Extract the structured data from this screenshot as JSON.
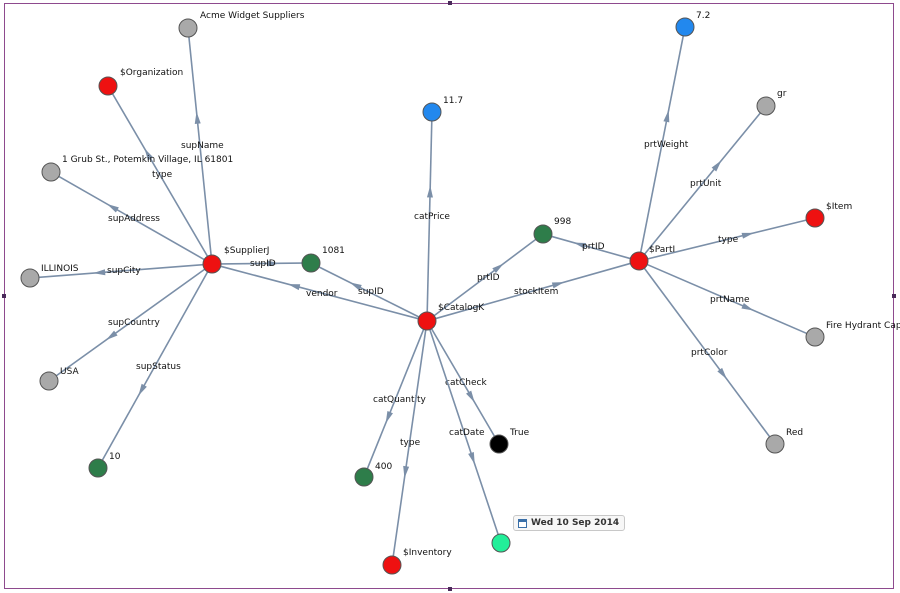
{
  "colors": {
    "edge": "#7b8fa8",
    "border": "#8e4a8e",
    "node_stroke": "#555555"
  },
  "nodes": [
    {
      "id": "catalog",
      "label": "$CatalogK",
      "color": "#ee1111"
    },
    {
      "id": "supplier",
      "label": "$SupplierJ",
      "color": "#ee1111"
    },
    {
      "id": "part",
      "label": "$PartI",
      "color": "#ee1111"
    },
    {
      "id": "organization",
      "label": "$Organization",
      "color": "#ee1111"
    },
    {
      "id": "item",
      "label": "$Item",
      "color": "#ee1111"
    },
    {
      "id": "inventory",
      "label": "$Inventory",
      "color": "#ee1111"
    },
    {
      "id": "acme",
      "label": "Acme Widget Suppliers",
      "color": "#a9a9a9"
    },
    {
      "id": "address",
      "label": "1 Grub St., Potemkin Village, IL 61801",
      "color": "#a9a9a9"
    },
    {
      "id": "illinois",
      "label": "ILLINOIS",
      "color": "#a9a9a9"
    },
    {
      "id": "usa",
      "label": "USA",
      "color": "#a9a9a9"
    },
    {
      "id": "status10",
      "label": "10",
      "color": "#2e7d4a"
    },
    {
      "id": "sup1081",
      "label": "1081",
      "color": "#2e7d4a"
    },
    {
      "id": "prt998",
      "label": "998",
      "color": "#2e7d4a"
    },
    {
      "id": "qty400",
      "label": "400",
      "color": "#2e7d4a"
    },
    {
      "id": "price",
      "label": "11.7",
      "color": "#2288ee"
    },
    {
      "id": "weight",
      "label": "7.2",
      "color": "#2288ee"
    },
    {
      "id": "unit",
      "label": "gr",
      "color": "#a9a9a9"
    },
    {
      "id": "prtname",
      "label": "Fire Hydrant Cap",
      "color": "#a9a9a9"
    },
    {
      "id": "red",
      "label": "Red",
      "color": "#a9a9a9"
    },
    {
      "id": "check",
      "label": "True",
      "color": "#000000"
    },
    {
      "id": "date",
      "label": "",
      "color": "#22ee99"
    }
  ],
  "edges": [
    {
      "from": "supplier",
      "to": "acme",
      "label": "supName"
    },
    {
      "from": "supplier",
      "to": "organization",
      "label": "type"
    },
    {
      "from": "supplier",
      "to": "address",
      "label": "supAddress"
    },
    {
      "from": "supplier",
      "to": "illinois",
      "label": "supCity"
    },
    {
      "from": "supplier",
      "to": "usa",
      "label": "supCountry"
    },
    {
      "from": "supplier",
      "to": "status10",
      "label": "supStatus"
    },
    {
      "from": "supplier",
      "to": "sup1081",
      "label": "supID"
    },
    {
      "from": "catalog",
      "to": "sup1081",
      "label": "supID"
    },
    {
      "from": "catalog",
      "to": "supplier",
      "label": "vendor"
    },
    {
      "from": "catalog",
      "to": "price",
      "label": "catPrice"
    },
    {
      "from": "catalog",
      "to": "prt998",
      "label": "prtID"
    },
    {
      "from": "catalog",
      "to": "part",
      "label": "stockItem"
    },
    {
      "from": "catalog",
      "to": "qty400",
      "label": "catQuantity"
    },
    {
      "from": "catalog",
      "to": "inventory",
      "label": "type"
    },
    {
      "from": "catalog",
      "to": "check",
      "label": "catCheck"
    },
    {
      "from": "catalog",
      "to": "date",
      "label": "catDate"
    },
    {
      "from": "part",
      "to": "prt998",
      "label": "prtID"
    },
    {
      "from": "part",
      "to": "weight",
      "label": "prtWeight"
    },
    {
      "from": "part",
      "to": "unit",
      "label": "prtUnit"
    },
    {
      "from": "part",
      "to": "item",
      "label": "type"
    },
    {
      "from": "part",
      "to": "prtname",
      "label": "prtName"
    },
    {
      "from": "part",
      "to": "red",
      "label": "prtColor"
    }
  ],
  "date_badge": {
    "icon": "calendar-icon",
    "text": "Wed 10 Sep 2014"
  }
}
